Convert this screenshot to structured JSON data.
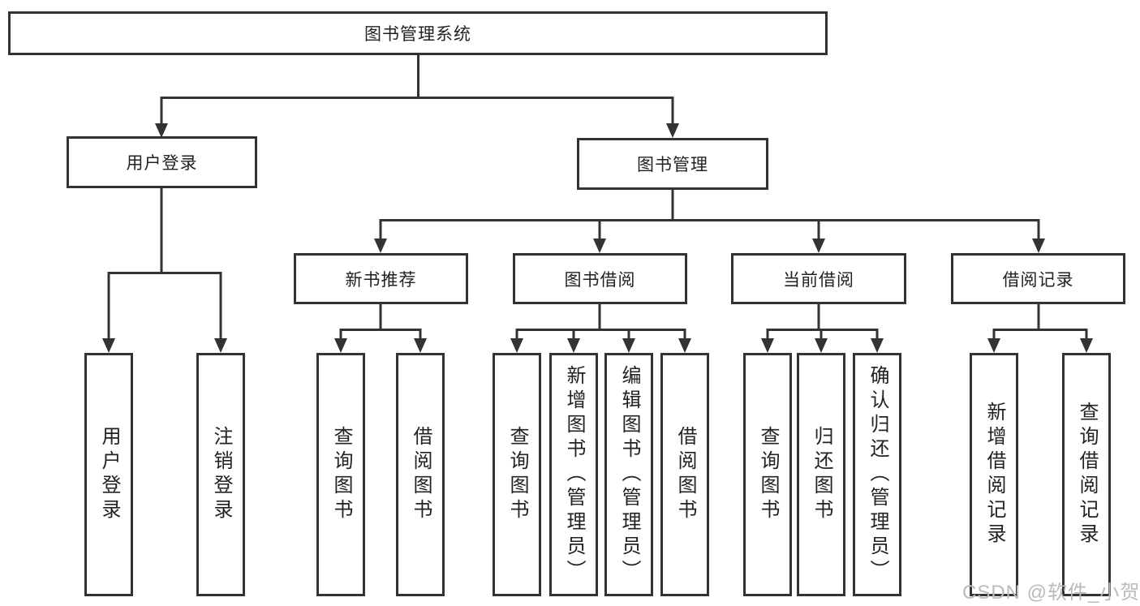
{
  "tree": {
    "root": {
      "label": "图书管理系统"
    },
    "level2": [
      {
        "label": "用户登录",
        "children": [
          {
            "label": "用户登录"
          },
          {
            "label": "注销登录"
          }
        ]
      },
      {
        "label": "图书管理",
        "children": [
          {
            "label": "新书推荐",
            "children": [
              {
                "label": "查询图书"
              },
              {
                "label": "借阅图书"
              }
            ]
          },
          {
            "label": "图书借阅",
            "children": [
              {
                "label": "查询图书"
              },
              {
                "label": "新增图书（管理员）"
              },
              {
                "label": "编辑图书（管理员）"
              },
              {
                "label": "借阅图书"
              }
            ]
          },
          {
            "label": "当前借阅",
            "children": [
              {
                "label": "查询图书"
              },
              {
                "label": "归还图书"
              },
              {
                "label": "确认归还（管理员）"
              }
            ]
          },
          {
            "label": "借阅记录",
            "children": [
              {
                "label": "新增借阅记录"
              },
              {
                "label": "查询借阅记录"
              }
            ]
          }
        ]
      }
    ]
  },
  "watermark": "CSDN @软件_小贺同学",
  "colors": {
    "line": "#333333",
    "text": "#222222",
    "watermark": "#bdb9b9",
    "background": "#ffffff"
  }
}
